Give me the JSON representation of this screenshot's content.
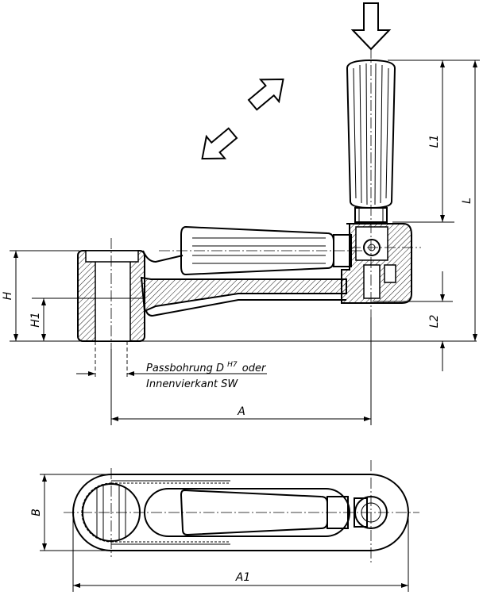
{
  "dimensions": {
    "H": "H",
    "H1": "H1",
    "L": "L",
    "L1": "L1",
    "L2": "L2",
    "A": "A",
    "A1": "A1",
    "B": "B"
  },
  "bore_note": {
    "line1_prefix": "Passbohrung D",
    "line1_sup": "H7",
    "line1_suffix": "oder",
    "line2": "Innenvierkant SW"
  }
}
